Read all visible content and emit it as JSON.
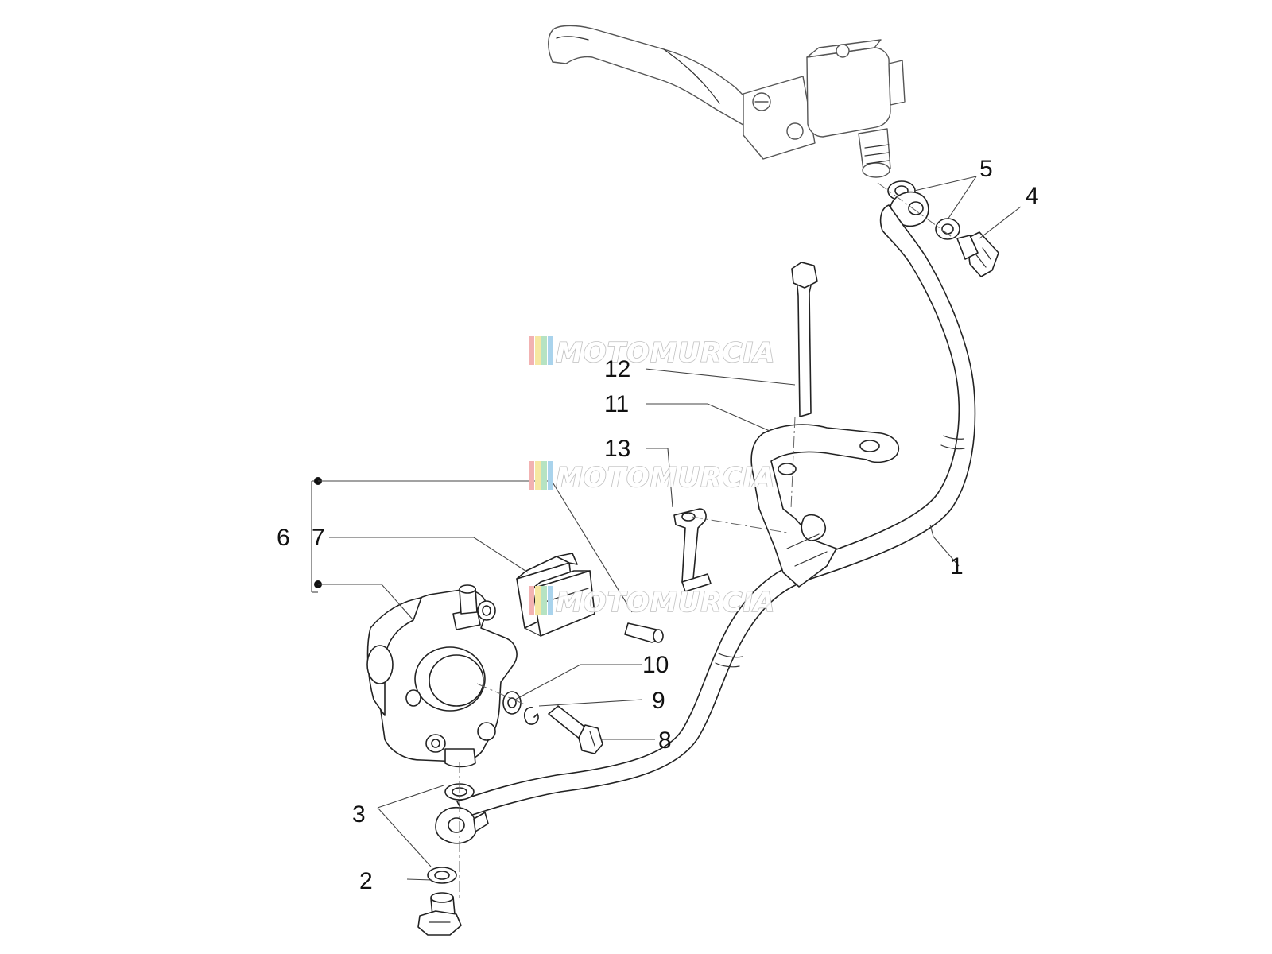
{
  "callouts": [
    {
      "id": "1",
      "label": "1"
    },
    {
      "id": "2",
      "label": "2"
    },
    {
      "id": "3",
      "label": "3"
    },
    {
      "id": "4",
      "label": "4"
    },
    {
      "id": "5",
      "label": "5"
    },
    {
      "id": "6",
      "label": "6"
    },
    {
      "id": "7",
      "label": "7"
    },
    {
      "id": "8",
      "label": "8"
    },
    {
      "id": "9",
      "label": "9"
    },
    {
      "id": "10",
      "label": "10"
    },
    {
      "id": "11",
      "label": "11"
    },
    {
      "id": "12",
      "label": "12"
    },
    {
      "id": "13",
      "label": "13"
    }
  ],
  "watermark": {
    "text": "MOTOMURCIA",
    "stripe_colors": [
      "#f2b2b2",
      "#f6e7a2",
      "#b6e3c2",
      "#a9d3ec"
    ]
  },
  "colors": {
    "line": "#222222",
    "background": "#ffffff"
  }
}
